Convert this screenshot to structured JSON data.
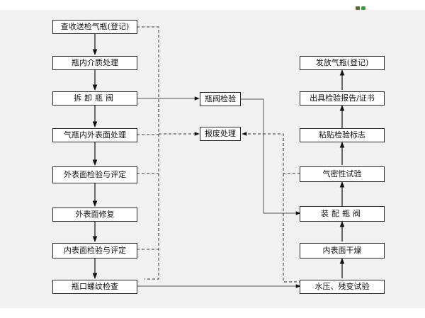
{
  "colors": {
    "panel": "#f1f1f1",
    "border": "#2a2a2a",
    "arrow": "#111111",
    "line": "#555555",
    "badge_dark": "#5c6a3a",
    "badge_green": "#3c9a3c"
  },
  "left_column": [
    {
      "id": "inspect-receive",
      "label": "查收送检气瓶(登记)"
    },
    {
      "id": "medium-treatment",
      "label": "瓶内介质处理"
    },
    {
      "id": "remove-valve",
      "label": "拆卸瓶阀"
    },
    {
      "id": "surface-treatment",
      "label": "气瓶内外表面处理"
    },
    {
      "id": "outer-inspection",
      "label": "外表面检验与评定"
    },
    {
      "id": "outer-repair",
      "label": "外表面修复"
    },
    {
      "id": "inner-inspection",
      "label": "内表面检验与评定"
    },
    {
      "id": "thread-check",
      "label": "瓶口螺纹检查"
    }
  ],
  "middle_column": [
    {
      "id": "valve-inspection",
      "label": "瓶阀检验"
    },
    {
      "id": "scrap-processing",
      "label": "报废处理"
    }
  ],
  "right_column": [
    {
      "id": "dispatch",
      "label": "发放气瓶(登记)"
    },
    {
      "id": "report",
      "label": "出具检验报告/证书"
    },
    {
      "id": "label-sticker",
      "label": "粘贴检验标志"
    },
    {
      "id": "airtight-test",
      "label": "气密性试验"
    },
    {
      "id": "install-valve",
      "label": "装配瓶阀"
    },
    {
      "id": "inner-dry",
      "label": "内表面干燥"
    },
    {
      "id": "pressure-test",
      "label": "水压、残变试验"
    }
  ]
}
